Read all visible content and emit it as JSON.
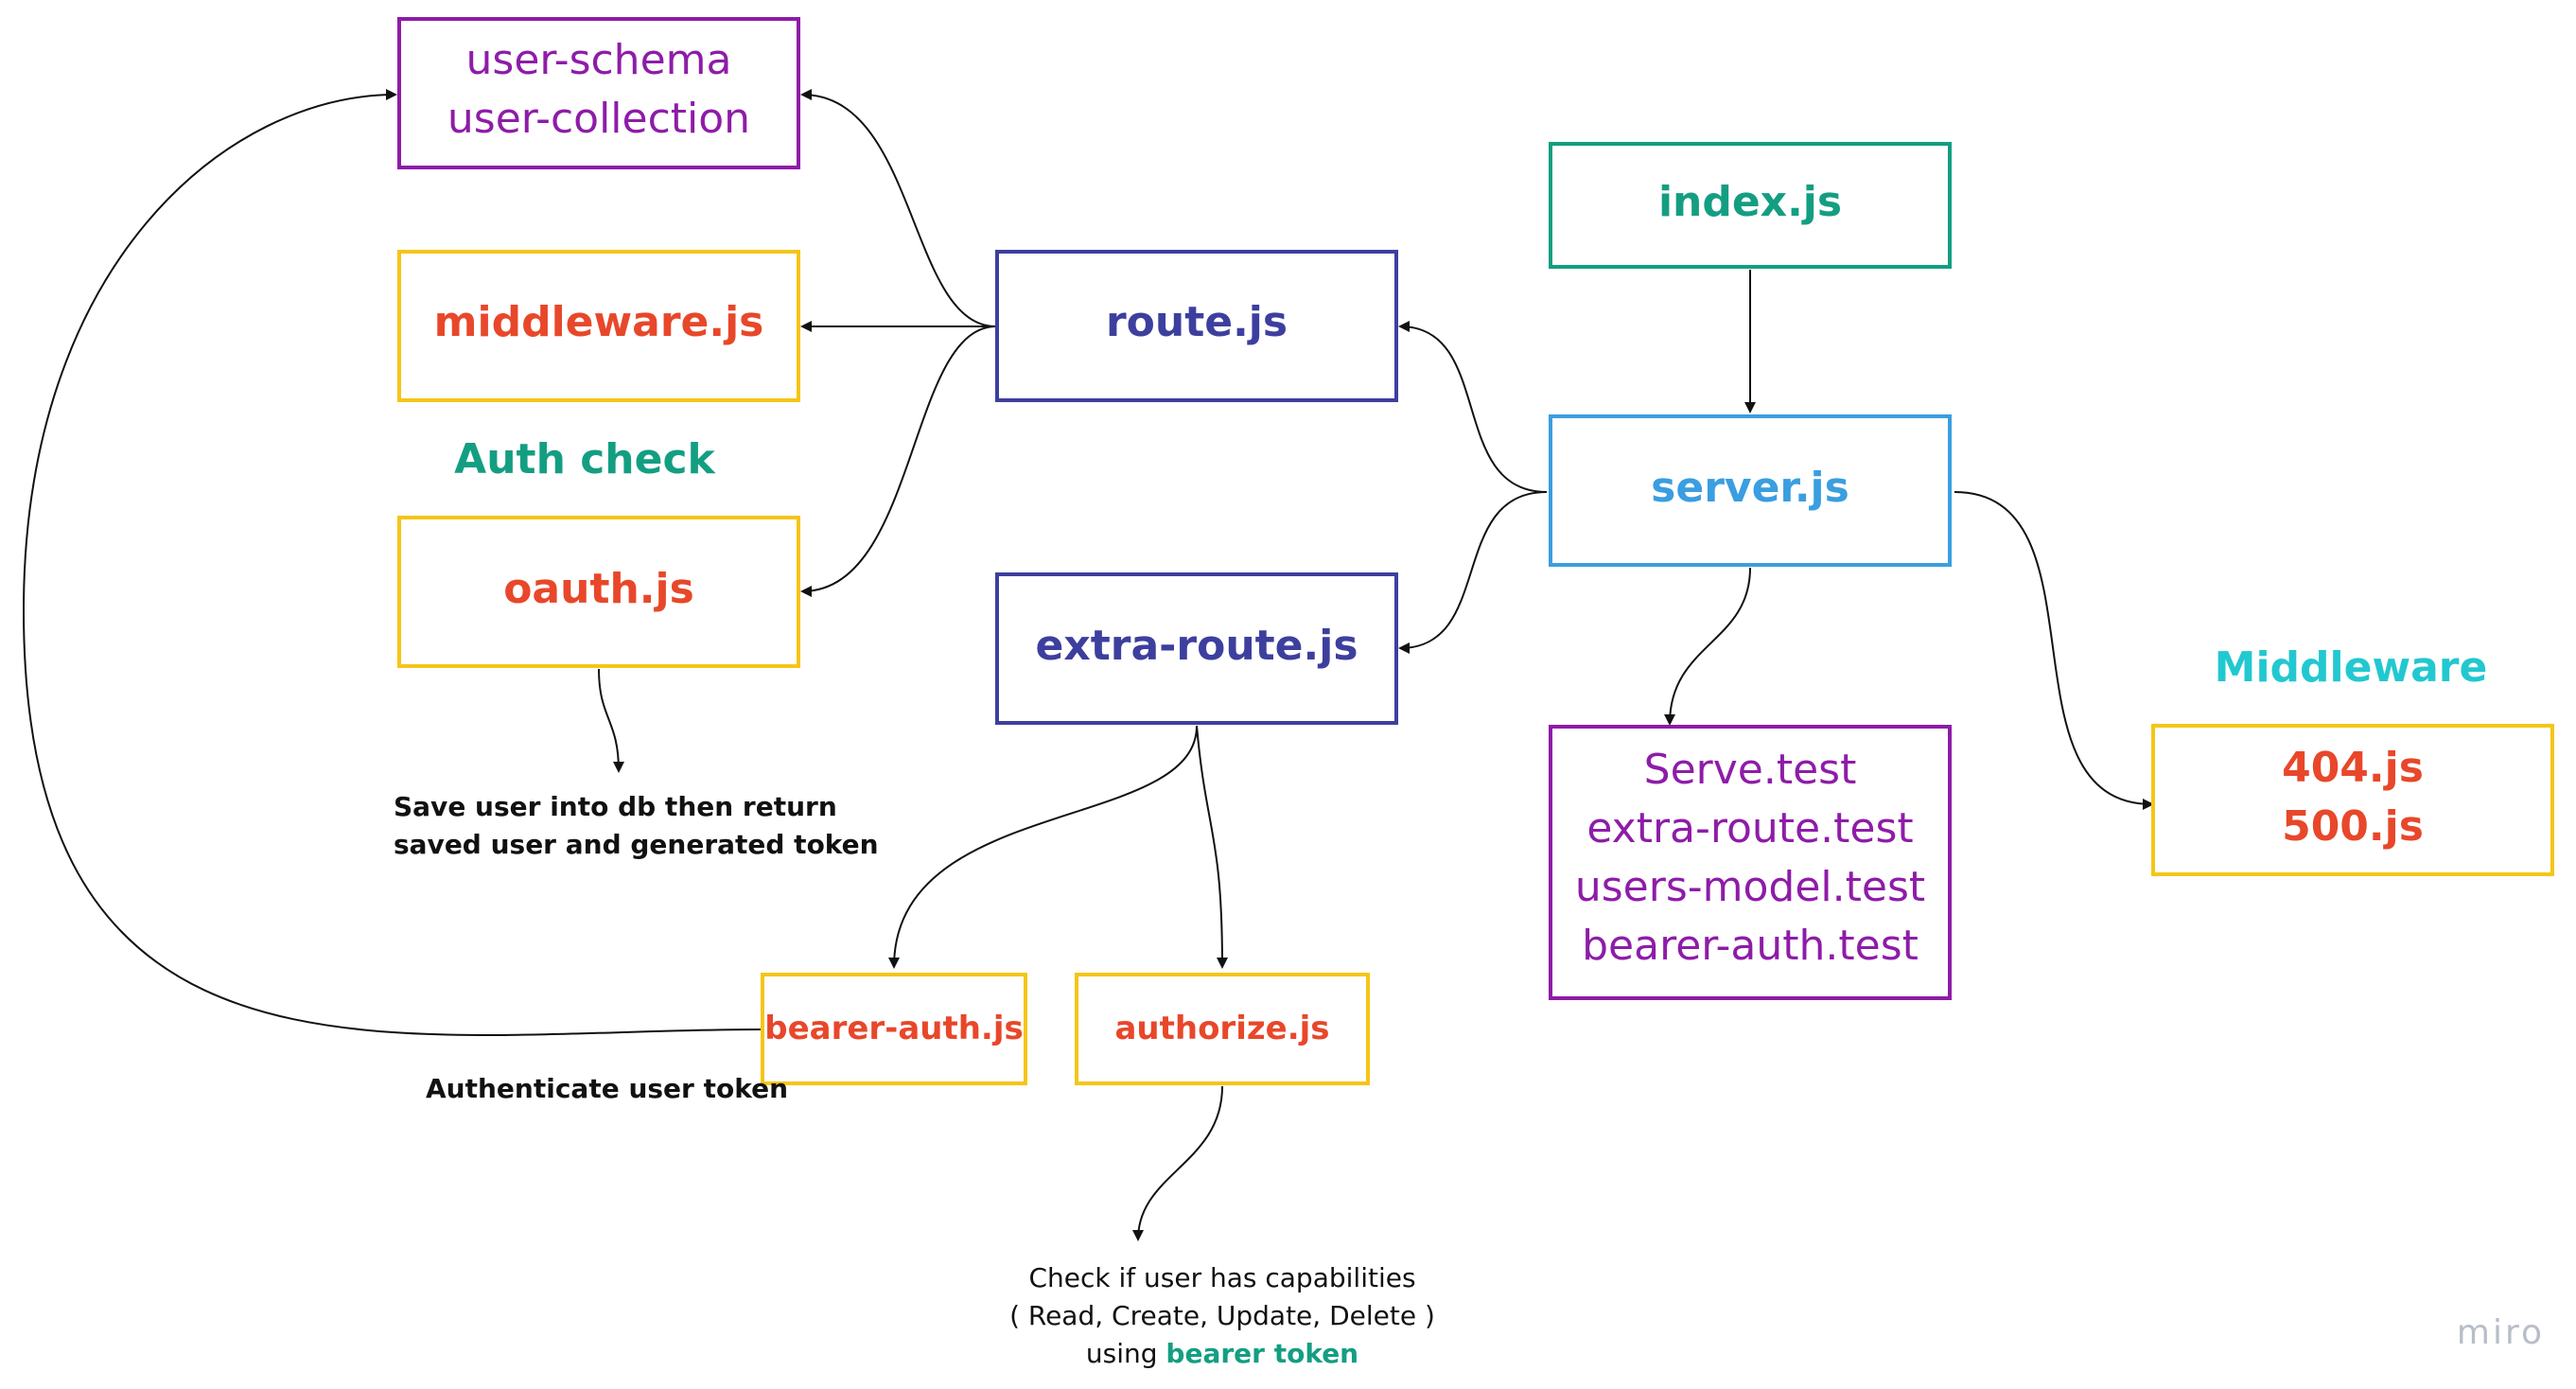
{
  "colors": {
    "purple": "#8e1ca8",
    "orange_red": "#e8472a",
    "yellow_border": "#f5c518",
    "indigo": "#3d3f9e",
    "teal": "#139e82",
    "sky_blue": "#3a9ee0",
    "cyan": "#22c8d0",
    "arrow": "#111111",
    "watermark": "#b8bec8"
  },
  "nodes": {
    "user_schema": {
      "lines": [
        "user-schema",
        "user-collection"
      ]
    },
    "middleware_js": {
      "label": "middleware.js"
    },
    "oauth_js": {
      "label": "oauth.js"
    },
    "route_js": {
      "label": "route.js"
    },
    "extra_route_js": {
      "label": "extra-route.js"
    },
    "index_js": {
      "label": "index.js"
    },
    "server_js": {
      "label": "server.js"
    },
    "tests": {
      "lines": [
        "Serve.test",
        "extra-route.test",
        "users-model.test",
        "bearer-auth.test"
      ]
    },
    "errors": {
      "lines": [
        "404.js",
        "500.js"
      ]
    },
    "bearer_auth_js": {
      "label": "bearer-auth.js"
    },
    "authorize_js": {
      "label": "authorize.js"
    }
  },
  "headings": {
    "auth_check": "Auth check",
    "middleware": "Middleware"
  },
  "notes": {
    "oauth_note": [
      "Save user into db then return",
      "saved user and generated token"
    ],
    "bearer_note": "Authenticate user token",
    "authorize_note_line1": "Check if user has capabilities",
    "authorize_note_line2": "( Read, Create, Update, Delete )",
    "authorize_note_line3_prefix": "using ",
    "authorize_note_line3_highlight": "bearer token"
  },
  "watermark": "miro"
}
